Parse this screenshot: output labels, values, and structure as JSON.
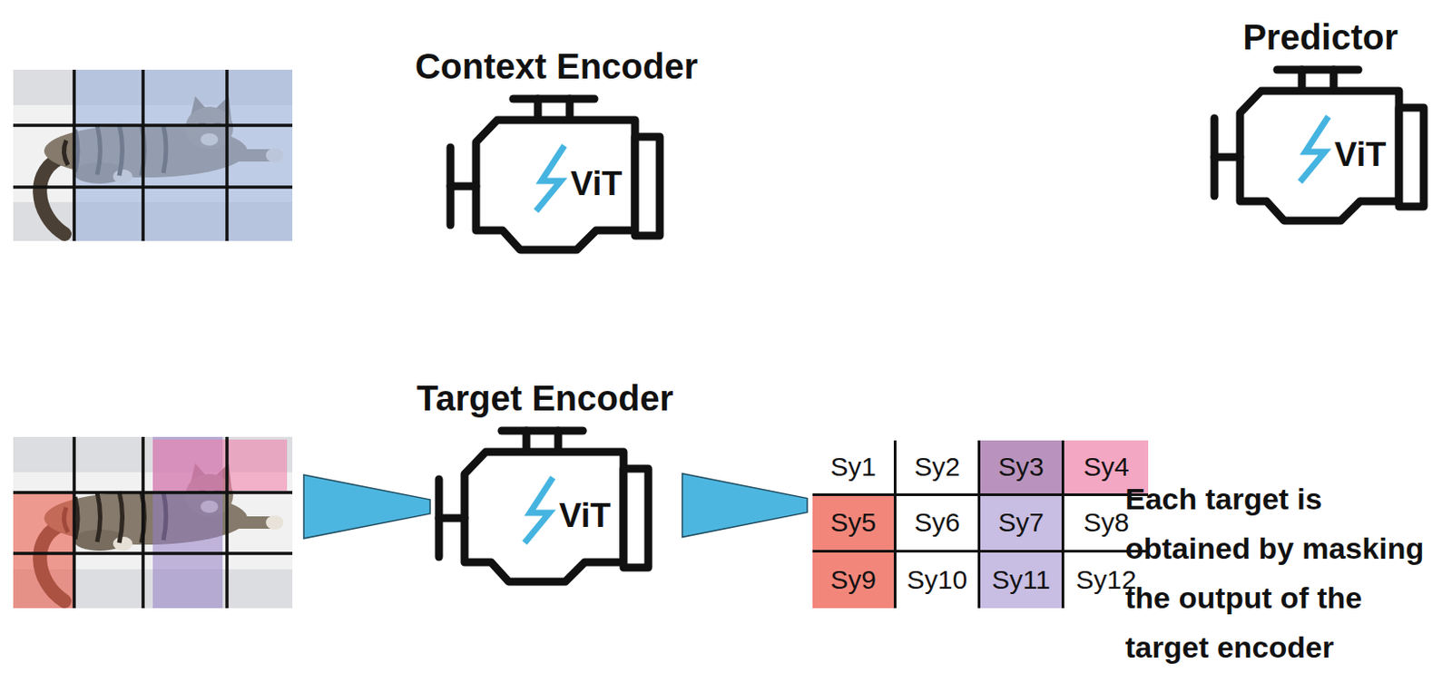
{
  "diagram": {
    "nodes": [
      {
        "text": [
          "Context Encoder",
          "ViT"
        ]
      },
      {
        "text": [
          "Predictor",
          "ViT"
        ]
      },
      {
        "text": [
          "Target Encoder",
          "ViT"
        ]
      },
      {
        "text": [
          "Sy1",
          "Sy2",
          "Sy3",
          "Sy4",
          "Sy5",
          "Sy6",
          "Sy7",
          "Sy8",
          "Sy9",
          "Sy10",
          "Sy11",
          "Sy12"
        ]
      }
    ],
    "edges": [
      {
        "from": 2,
        "to": 3,
        "arrow": "to"
      }
    ],
    "labels": [
      "Each target is obtained by masking the output of the target encoder"
    ]
  }
}
